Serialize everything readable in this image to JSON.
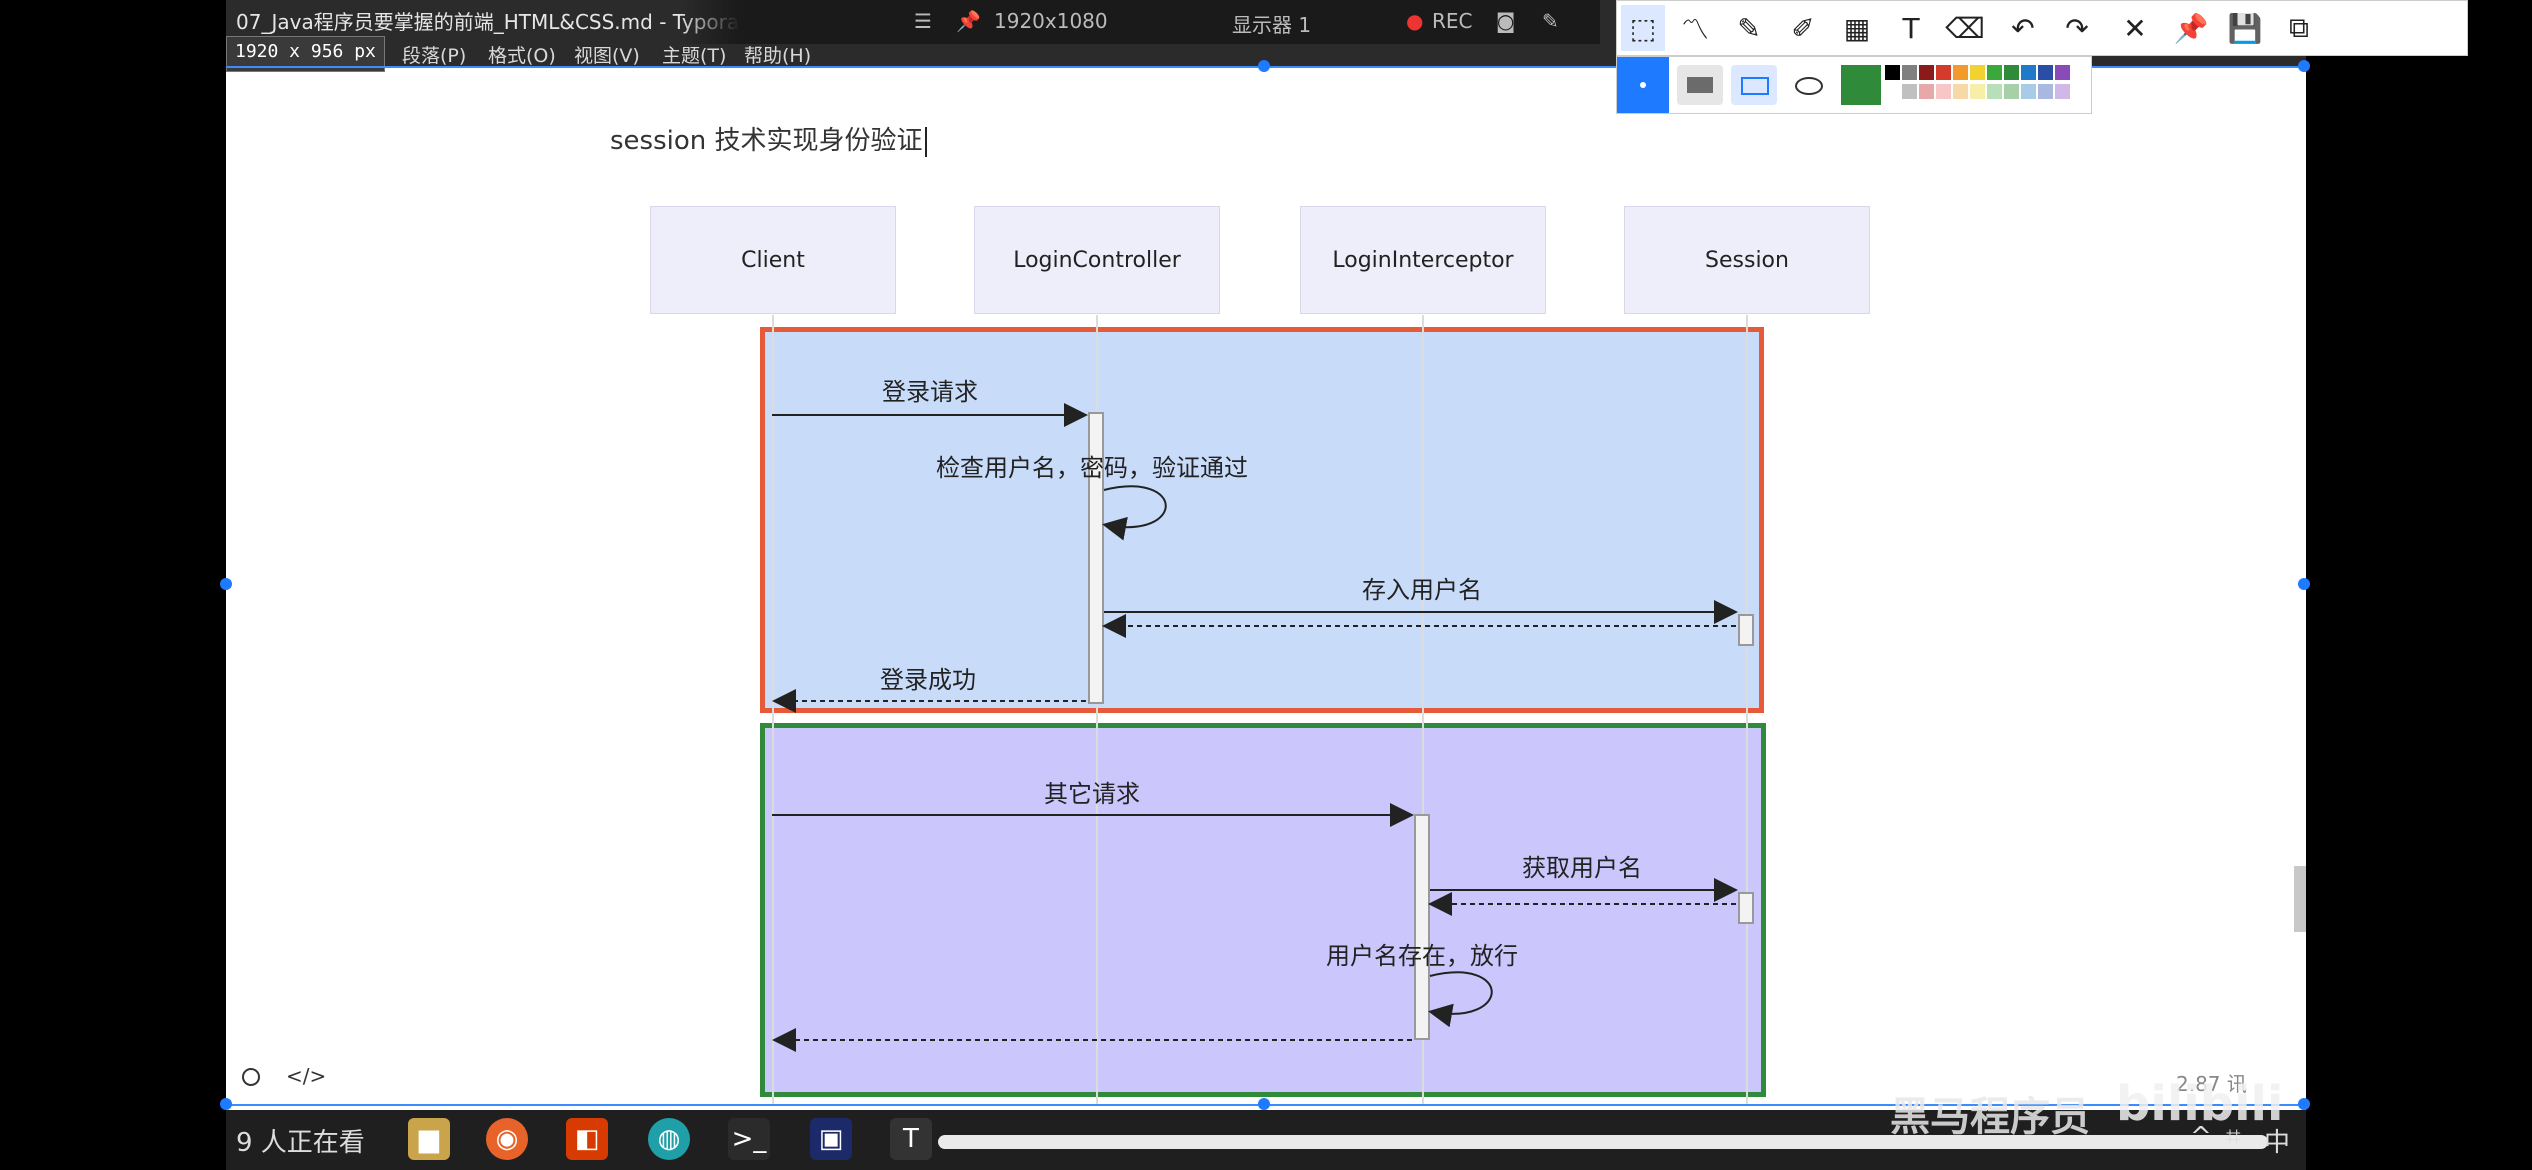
{
  "window": {
    "title": "07_Java程序员要掌握的前端_HTML&CSS.md - Typora",
    "menu": [
      "段落(P)",
      "格式(O)",
      "视图(V)",
      "主题(T)",
      "帮助(H)"
    ],
    "dimension_badge": "1920 x 956",
    "dimension_unit": "px"
  },
  "recorder": {
    "resolution": "1920x1080",
    "display": "显示器 1",
    "rec_label": "REC"
  },
  "document": {
    "heading": "session 技术实现身份验证"
  },
  "diagram": {
    "actors": [
      "Client",
      "LoginController",
      "LoginInterceptor",
      "Session"
    ],
    "zone1_color": "#e65a3a",
    "zone2_color": "#2f8a3a",
    "messages": [
      {
        "label": "登录请求",
        "from": "Client",
        "to": "LoginController",
        "style": "solid"
      },
      {
        "label": "检查用户名，密码，验证通过",
        "from": "LoginController",
        "to": "LoginController",
        "style": "self"
      },
      {
        "label": "存入用户名",
        "from": "LoginController",
        "to": "Session",
        "style": "solid"
      },
      {
        "label": "",
        "from": "Session",
        "to": "LoginController",
        "style": "dashed"
      },
      {
        "label": "登录成功",
        "from": "LoginController",
        "to": "Client",
        "style": "dashed"
      },
      {
        "label": "其它请求",
        "from": "Client",
        "to": "LoginInterceptor",
        "style": "solid"
      },
      {
        "label": "获取用户名",
        "from": "LoginInterceptor",
        "to": "Session",
        "style": "solid"
      },
      {
        "label": "",
        "from": "Session",
        "to": "LoginInterceptor",
        "style": "dashed"
      },
      {
        "label": "用户名存在，放行",
        "from": "LoginInterceptor",
        "to": "LoginInterceptor",
        "style": "self"
      },
      {
        "label": "",
        "from": "LoginInterceptor",
        "to": "Client",
        "style": "dashed"
      }
    ]
  },
  "annotation_toolbar": {
    "tools": [
      "select-icon",
      "polyline-icon",
      "pen-icon",
      "highlighter-icon",
      "mosaic-icon",
      "text-icon",
      "eraser-icon",
      "undo-icon",
      "redo-icon",
      "close-icon",
      "pin-icon",
      "save-icon",
      "copy-icon"
    ],
    "active_color": "#2f8a3a",
    "palette": [
      "#000000",
      "#808080",
      "#8b1a1a",
      "#d43b2a",
      "#f39a2c",
      "#f2d230",
      "#3aa83a",
      "#2f8a3a",
      "#1f7ac9",
      "#2a4ea8",
      "#8a4bb8",
      "#ffffff",
      "#c0c0c0",
      "#e6a8a8",
      "#f7c6c6",
      "#f7d9a8",
      "#f7efa8",
      "#b8e0b8",
      "#a8d0a8",
      "#a8cce8",
      "#a8b8e0",
      "#d0b8e8"
    ]
  },
  "footer": {
    "viewer_count": "9 人正在看",
    "word_count": "2.87 讯",
    "watermark": "黑马程序员",
    "bili": "bilibili",
    "ime": "中"
  }
}
